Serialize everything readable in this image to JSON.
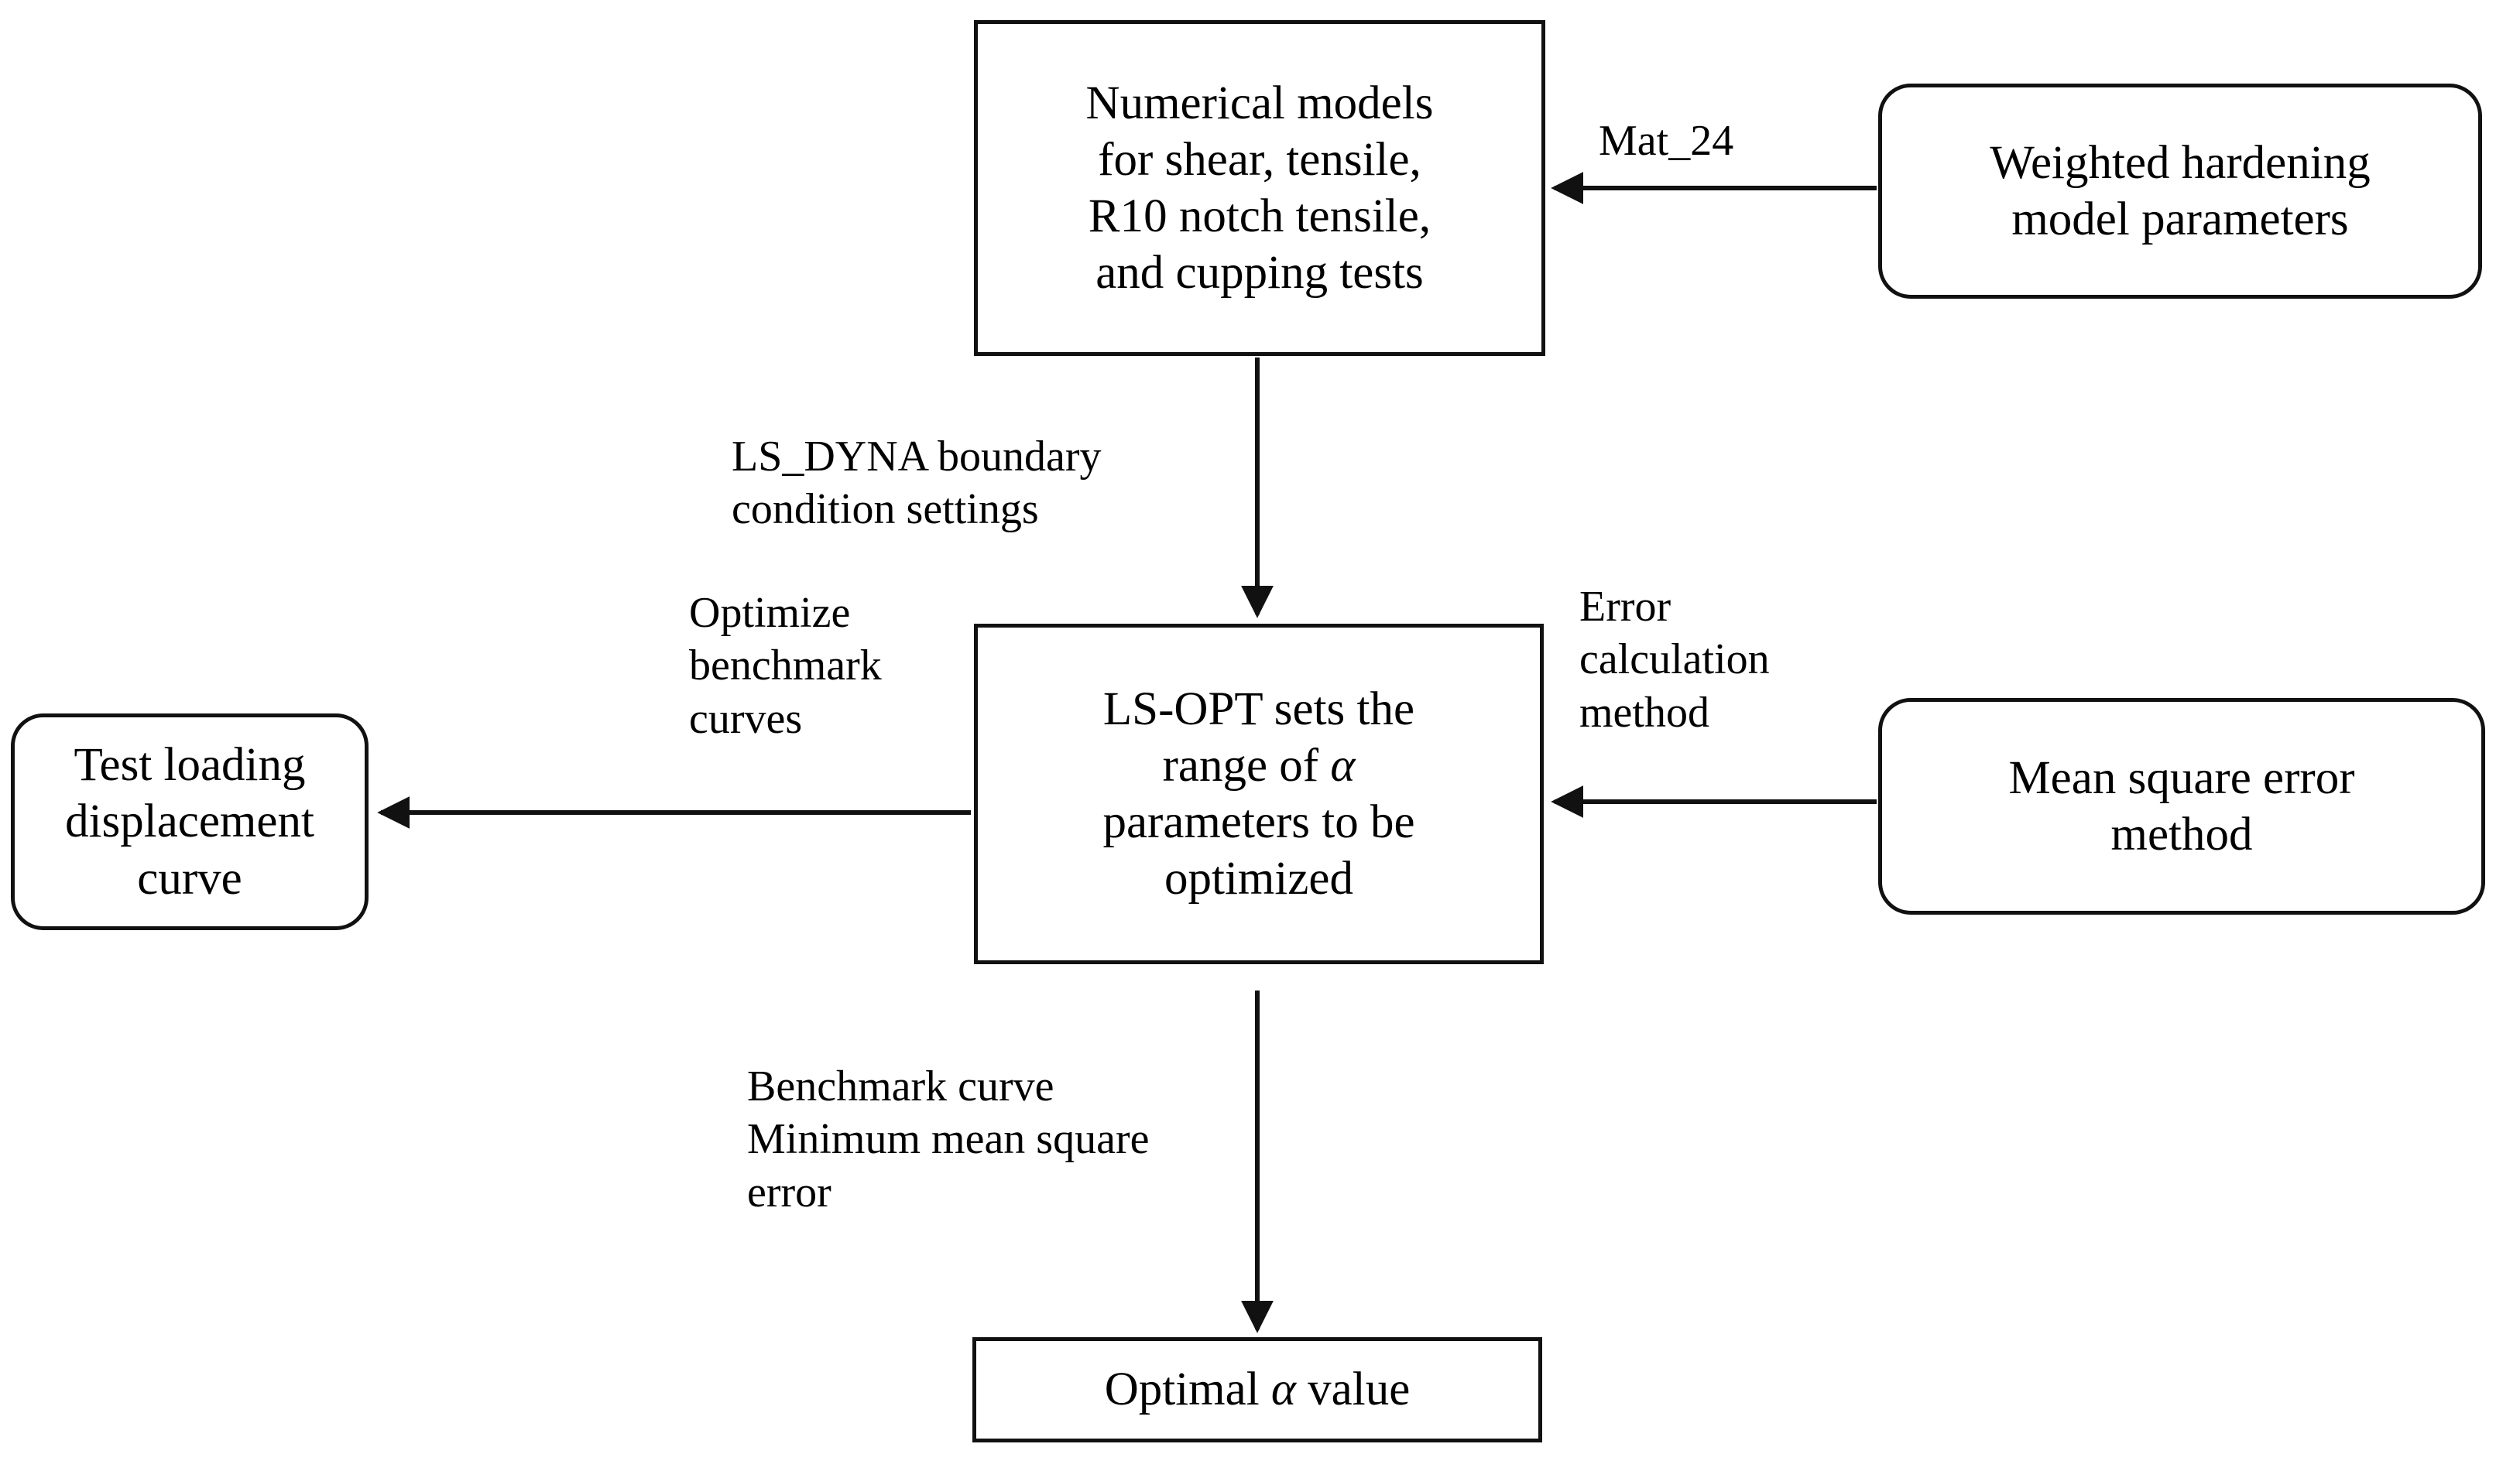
{
  "diagram": {
    "title": "Parameter optimization workflow flowchart",
    "colors": {
      "stroke": "#111111",
      "background": "#ffffff",
      "text": "#000000"
    },
    "nodes": {
      "numerical_models": {
        "label": "Numerical models\nfor shear, tensile,\nR10 notch tensile,\nand cupping tests",
        "shape": "rectangle"
      },
      "weighted_hardening": {
        "label": "Weighted hardening\nmodel parameters",
        "shape": "rounded-rectangle"
      },
      "lsopt": {
        "label_line1": "LS-OPT sets the",
        "label_line2_pre": "range of ",
        "label_alpha": "α",
        "label_line3": "parameters to be",
        "label_line4": "optimized",
        "shape": "rectangle"
      },
      "test_loading": {
        "label": "Test loading\ndisplacement curve",
        "shape": "rounded-rectangle"
      },
      "mean_square_error": {
        "label": "Mean square error\nmethod",
        "shape": "rounded-rectangle"
      },
      "optimal_alpha": {
        "label_pre": "Optimal ",
        "label_alpha": "α",
        "label_post": " value",
        "shape": "rectangle"
      }
    },
    "edge_labels": {
      "mat_24": "Mat_24",
      "ls_dyna": "LS_DYNA boundary\ncondition settings",
      "optimize_benchmark": "Optimize\nbenchmark\ncurves",
      "error_calculation": "Error\ncalculation\nmethod",
      "benchmark_minimum": "Benchmark curve\nMinimum mean square\nerror"
    },
    "edges": [
      {
        "from": "weighted_hardening",
        "to": "numerical_models",
        "label": "Mat_24",
        "direction": "left"
      },
      {
        "from": "numerical_models",
        "to": "lsopt",
        "label": "LS_DYNA boundary condition settings",
        "direction": "down"
      },
      {
        "from": "lsopt",
        "to": "test_loading",
        "label": "Optimize benchmark curves",
        "direction": "left"
      },
      {
        "from": "mean_square_error",
        "to": "lsopt",
        "label": "Error calculation method",
        "direction": "left"
      },
      {
        "from": "lsopt",
        "to": "optimal_alpha",
        "label": "Benchmark curve Minimum mean square error",
        "direction": "down"
      }
    ]
  }
}
